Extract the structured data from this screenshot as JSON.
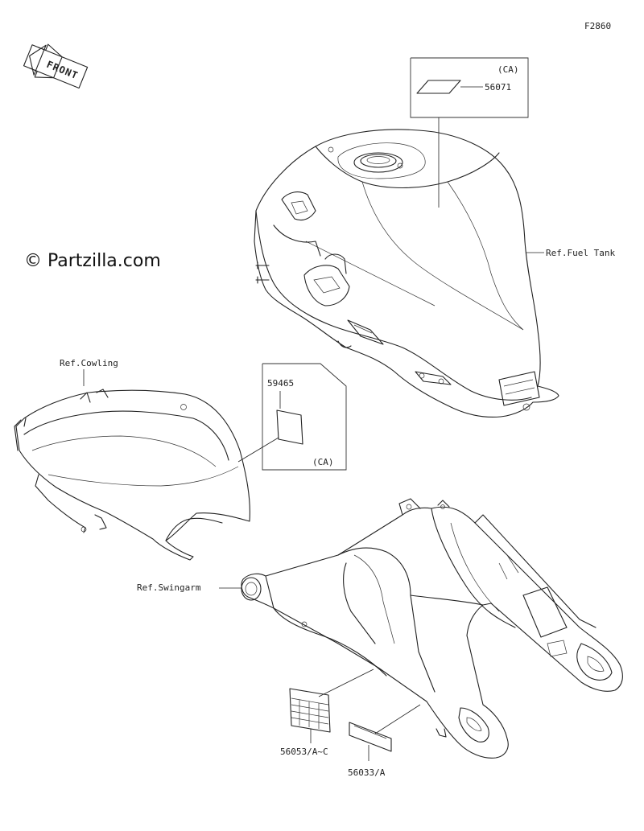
{
  "figure_code": "F2860",
  "watermark": "© Partzilla.com",
  "front_arrow_text": "FRONT",
  "callouts": {
    "ca_top": "(CA)",
    "part_56071": "56071",
    "ref_fuel_tank": "Ref.Fuel Tank",
    "ref_cowling": "Ref.Cowling",
    "part_59465": "59465",
    "ca_mid": "(CA)",
    "ref_swingarm": "Ref.Swingarm",
    "part_56053": "56053/A~C",
    "part_56033": "56033/A"
  }
}
